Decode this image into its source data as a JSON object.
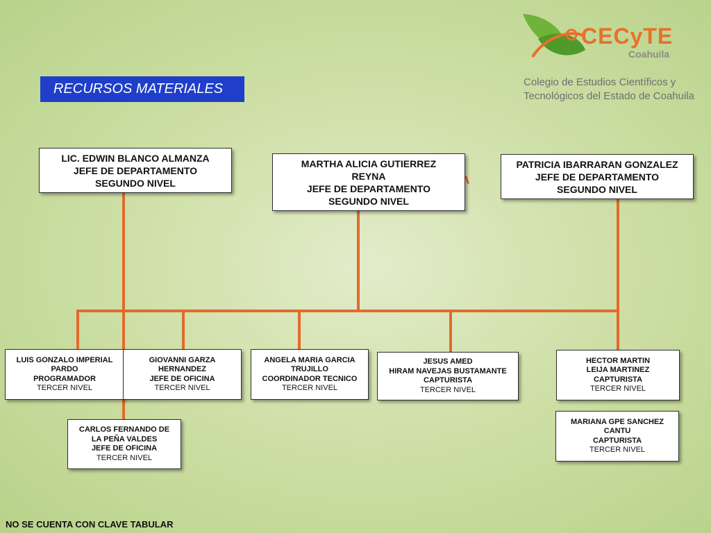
{
  "header": {
    "title": "RECURSOS MATERIALES"
  },
  "logo": {
    "brand": "CECyTE",
    "state": "Coahuila",
    "line1": "Colegio de Estudios Científicos y",
    "line2": "Tecnológicos del Estado de Coahuila"
  },
  "level2": [
    {
      "name": "LIC. EDWIN BLANCO ALMANZA",
      "role": "JEFE DE DEPARTAMENTO",
      "level": "SEGUNDO NIVEL"
    },
    {
      "name_line1": "MARTHA ALICIA GUTIERREZ",
      "name_line2": "REYNA",
      "role": "JEFE DE DEPARTAMENTO",
      "level": "SEGUNDO NIVEL"
    },
    {
      "name": "PATRICIA IBARRARAN GONZALEZ",
      "role": "JEFE DE DEPARTAMENTO",
      "level": "SEGUNDO NIVEL"
    }
  ],
  "level3": [
    {
      "l1": "LUIS GONZALO IMPERIAL",
      "l2": "PARDO",
      "l3": "PROGRAMADOR",
      "level": "TERCER NIVEL"
    },
    {
      "l1": "GIOVANNI GARZA",
      "l2": "HERNANDEZ",
      "l3": "JEFE DE OFICINA",
      "level": "TERCER NIVEL"
    },
    {
      "l1": "ANGELA MARIA GARCIA",
      "l2": "TRUJILLO",
      "l3": "COORDINADOR TECNICO",
      "level": "TERCER NIVEL"
    },
    {
      "l1": "JESUS AMED",
      "l2": "HIRAM NAVEJAS BUSTAMANTE",
      "l3": "CAPTURISTA",
      "level": "TERCER NIVEL"
    },
    {
      "l1": "HECTOR MARTIN",
      "l2": "LEIJA MARTINEZ",
      "l3": "CAPTURISTA",
      "level": "TERCER NIVEL"
    },
    {
      "l1": "CARLOS FERNANDO DE",
      "l2": "LA PEÑA VALDES",
      "l3": "JEFE DE OFICINA",
      "level": "TERCER NIVEL"
    },
    {
      "l1": "MARIANA GPE SANCHEZ",
      "l2": "CANTU",
      "l3": "CAPTURISTA",
      "level": "TERCER NIVEL"
    }
  ],
  "footer": {
    "note": "NO SE CUENTA CON CLAVE TABULAR"
  },
  "colors": {
    "connector": "#e36a2c",
    "title_bg": "#1f3ec9",
    "brand": "#e8702a"
  }
}
